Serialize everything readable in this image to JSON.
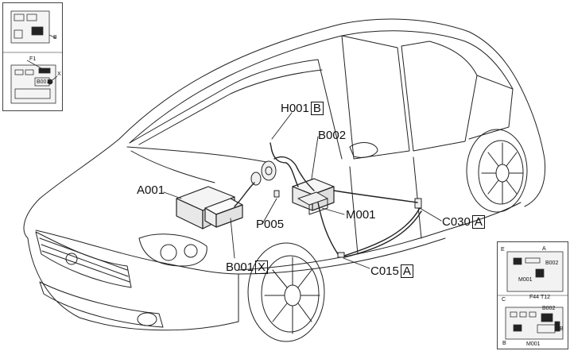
{
  "labels": {
    "h001": "H001",
    "h001_conn": "B",
    "b002": "B002",
    "a001": "A001",
    "m001": "M001",
    "p005": "P005",
    "c030": "C030",
    "c030_conn": "A",
    "b001": "B001",
    "b001_conn": "X",
    "c015": "C015",
    "c015_conn": "A"
  },
  "inset_top_left": {
    "top_b": "B",
    "f1": "F1",
    "b001": "B001",
    "x": "X"
  },
  "inset_bottom_right": {
    "e": "E",
    "a": "A",
    "b002": "B002",
    "m001_upper": "M001",
    "c": "C",
    "f44": "F44",
    "t12": "T12",
    "b002_lower": "B002",
    "b_right": "B",
    "b_left": "B",
    "m001_lower": "M001"
  }
}
